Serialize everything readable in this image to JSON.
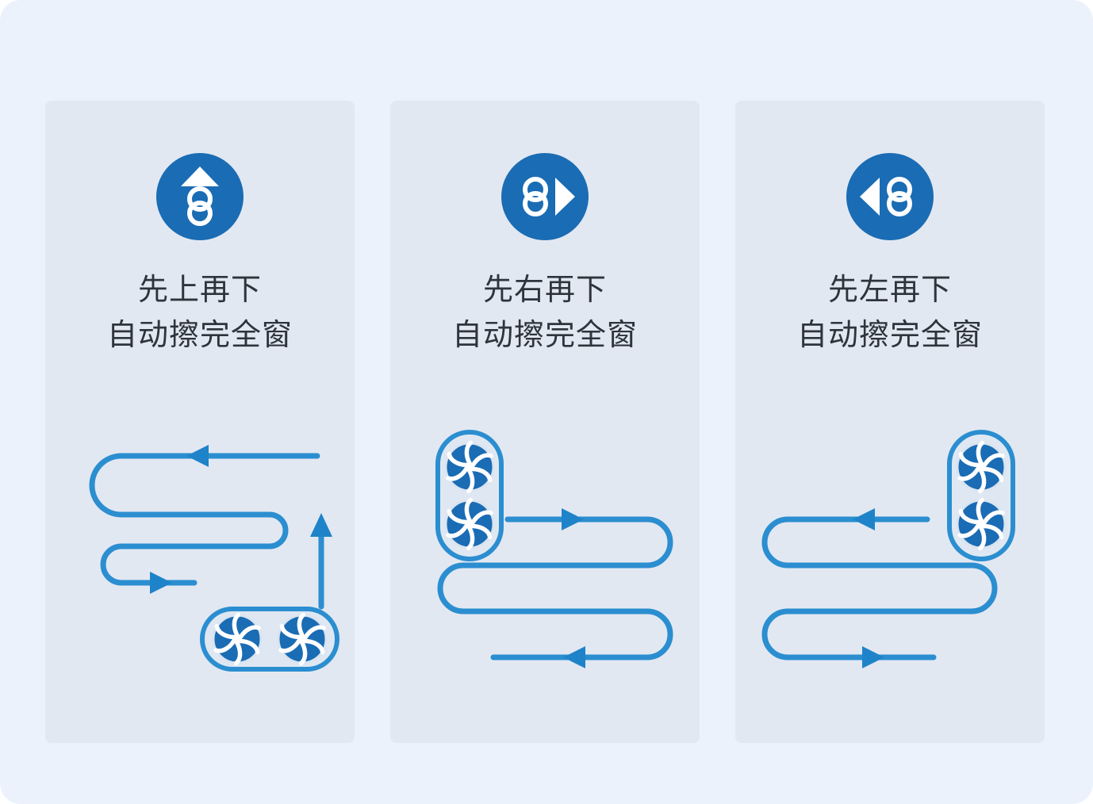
{
  "page": {
    "background_color": "#ecf2fb",
    "card_background_color": "#e2e8f2"
  },
  "colors": {
    "icon_circle_blue": "#1a6cb4",
    "path_line_blue": "#2b8ed0",
    "arrow_blue": "#1f83c9",
    "fan_blue": "#1a6cb4",
    "robot_body_fill": "#dfe8f2",
    "text_color": "#2e343b"
  },
  "panels": [
    {
      "id": "up-then-down",
      "icon": "robot-up-arrow-icon",
      "title_line1": "先上再下",
      "title_line2": "自动擦完全窗",
      "path_description": "robot-bottom-right-moves-up-then-serpentine-down"
    },
    {
      "id": "right-then-down",
      "icon": "robot-right-arrow-icon",
      "title_line1": "先右再下",
      "title_line2": "自动擦完全窗",
      "path_description": "robot-top-left-moves-right-then-serpentine-down"
    },
    {
      "id": "left-then-down",
      "icon": "robot-left-arrow-icon",
      "title_line1": "先左再下",
      "title_line2": "自动擦完全窗",
      "path_description": "robot-top-right-moves-left-then-serpentine-down"
    }
  ]
}
